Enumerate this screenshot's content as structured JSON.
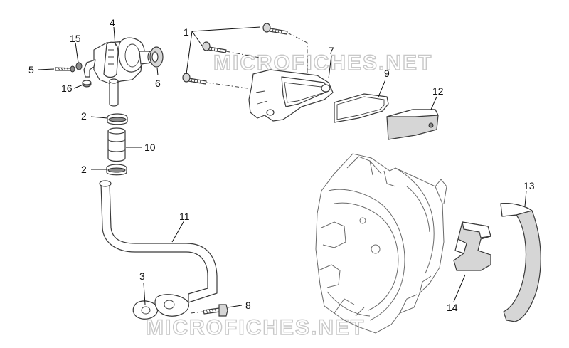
{
  "watermark": {
    "text_top": "MICROFICHES.NET",
    "text_bottom": "MICROFICHES.NET",
    "color": "#c8c8c8"
  },
  "callouts": {
    "c1": "1",
    "c2a": "2",
    "c2b": "2",
    "c3": "3",
    "c4": "4",
    "c5": "5",
    "c6": "6",
    "c7": "7",
    "c8": "8",
    "c9": "9",
    "c10": "10",
    "c11": "11",
    "c12": "12",
    "c13": "13",
    "c14": "14",
    "c15": "15",
    "c16": "16"
  },
  "colors": {
    "line": "#3a3a3a",
    "label": "#111111",
    "shade": "#d6d6d6"
  }
}
